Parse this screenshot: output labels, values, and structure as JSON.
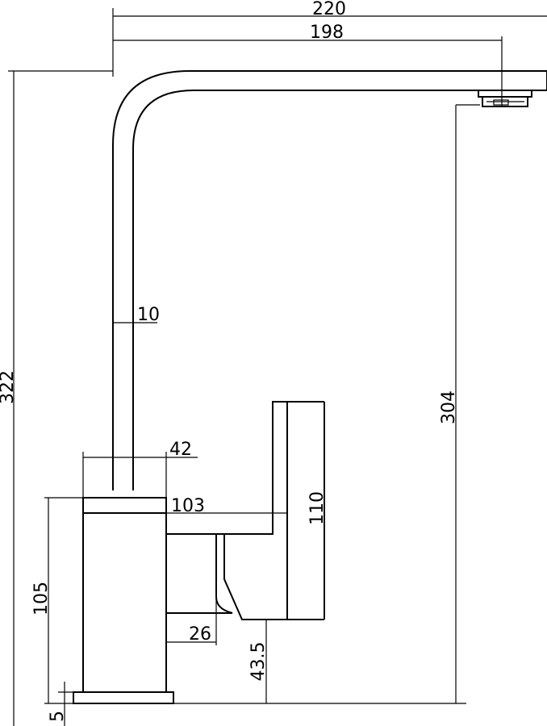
{
  "dimensions": {
    "overall_reach": "220",
    "spout_reach": "198",
    "spout_thickness": "10",
    "column_width": "42",
    "handle_reach": "103",
    "handle_height": "110",
    "overall_height": "322",
    "spout_height": "304",
    "body_height": "105",
    "handle_offset": "26",
    "handle_clearance": "43.5",
    "base_thickness": "5"
  }
}
